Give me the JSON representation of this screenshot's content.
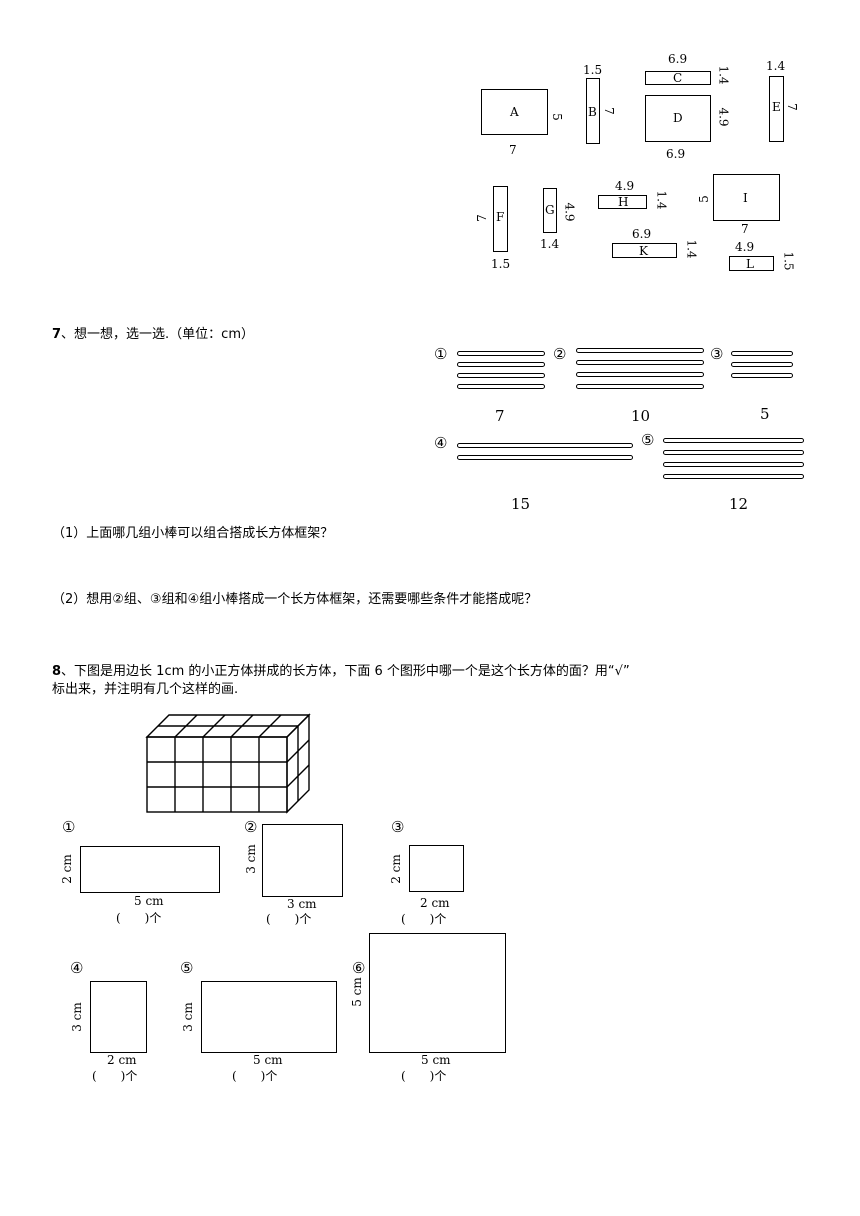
{
  "rects": {
    "A": {
      "name": "A",
      "w": "7",
      "h": "5"
    },
    "B": {
      "name": "B",
      "w": "1.5",
      "h": "7"
    },
    "C": {
      "name": "C",
      "w": "6.9",
      "h": "1.4"
    },
    "D": {
      "name": "D",
      "w": "6.9",
      "h": "4.9"
    },
    "E": {
      "name": "E",
      "w": "1.4",
      "h": "7"
    },
    "F": {
      "name": "F",
      "w": "1.5",
      "h": "7"
    },
    "G": {
      "name": "G",
      "w": "1.4",
      "h": "4.9"
    },
    "H": {
      "name": "H",
      "w": "4.9",
      "h": "1.4"
    },
    "I": {
      "name": "I",
      "w": "7",
      "h": "5"
    },
    "K": {
      "name": "K",
      "w": "6.9",
      "h": "1.4"
    },
    "L": {
      "name": "L",
      "w": "4.9",
      "h": "1.5"
    }
  },
  "q7": {
    "number": "7",
    "title": "、想一想，选一选.（单位：cm）",
    "groups": [
      {
        "mark": "①",
        "length": "7"
      },
      {
        "mark": "②",
        "length": "10"
      },
      {
        "mark": "③",
        "length": "5"
      },
      {
        "mark": "④",
        "length": "15"
      },
      {
        "mark": "⑤",
        "length": "12"
      }
    ],
    "sub1": "（1）上面哪几组小棒可以组合搭成长方体框架？",
    "sub2": "（2）想用②组、③组和④组小棒搭成一个长方体框架，还需要哪些条件才能搭成呢？"
  },
  "q8": {
    "number": "8",
    "title_line1": "、下图是用边长 1cm 的小正方体拼成的长方体，下面 6 个图形中哪一个是这个长方体的面？用“√”",
    "title_line2": "标出来，并注明有几个这样的画.",
    "faces": [
      {
        "mark": "①",
        "w": "5 cm",
        "h": "2 cm",
        "blank": "(　　)个"
      },
      {
        "mark": "②",
        "w": "3 cm",
        "h": "3 cm",
        "blank": "(　　)个"
      },
      {
        "mark": "③",
        "w": "2 cm",
        "h": "2 cm",
        "blank": "(　　)个"
      },
      {
        "mark": "④",
        "w": "2 cm",
        "h": "3 cm",
        "blank": "(　　)个"
      },
      {
        "mark": "⑤",
        "w": "5 cm",
        "h": "3 cm",
        "blank": "(　　)个"
      },
      {
        "mark": "⑥",
        "w": "5 cm",
        "h": "5 cm",
        "blank": "(　　)个"
      }
    ]
  }
}
